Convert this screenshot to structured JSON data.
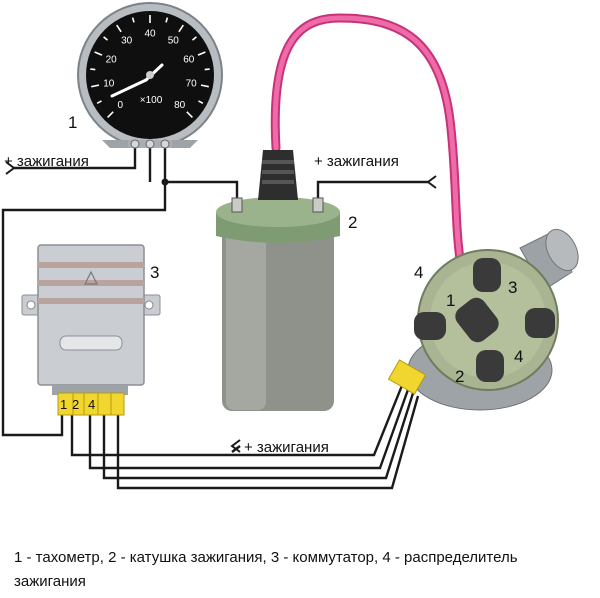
{
  "labels": {
    "ignition_top_left": "+ зажигания",
    "ignition_top_right": "+ зажигания",
    "ignition_bottom": "+ зажигания"
  },
  "numbers": {
    "tachometer": "1",
    "coil": "2",
    "commutator": "3",
    "distributor": "4"
  },
  "tachometer_scale": [
    "0",
    "10",
    "20",
    "30",
    "40",
    "50",
    "60",
    "70",
    "80"
  ],
  "tachometer_unit": "×100",
  "commutator_pins": [
    "1",
    "2",
    "4"
  ],
  "distributor_terminals": [
    "1",
    "2",
    "3",
    "4"
  ],
  "caption": "1 - тахометр, 2 - катушка зажигания, 3 - коммутатор, 4 - распределитель зажигания",
  "colors": {
    "hv_cable": "#e0468e",
    "coil_body": "#8a8d86",
    "coil_cap": "#7d9a72",
    "distributor_cap": "#a8b590",
    "connector": "#f2d630",
    "wire": "#1a1a1a"
  }
}
